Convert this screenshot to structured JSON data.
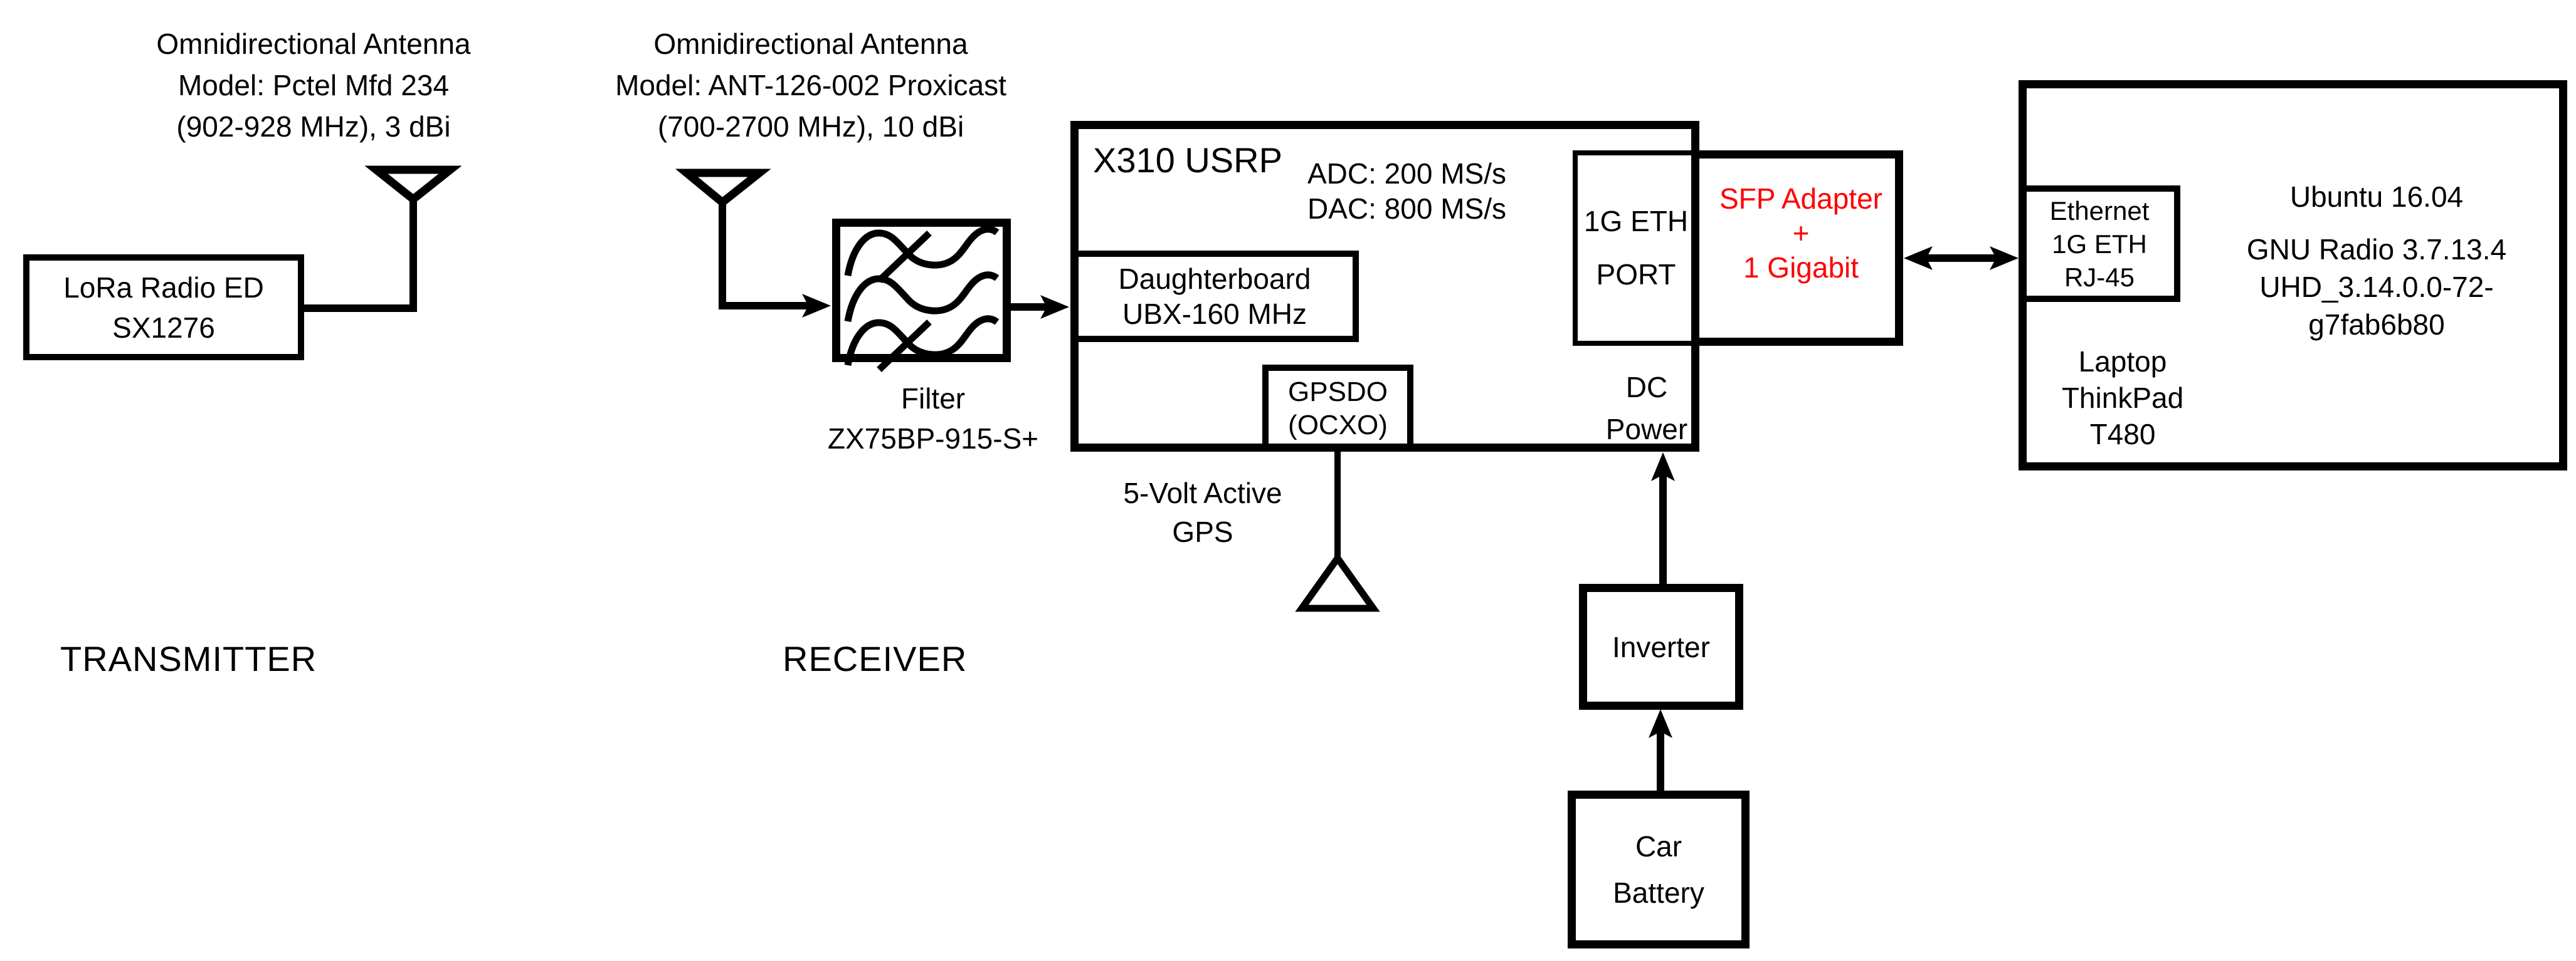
{
  "tx": {
    "label": "TRANSMITTER",
    "antenna": {
      "line1": "Omnidirectional Antenna",
      "line2": "Model: Pctel Mfd 234",
      "line3": "(902-928 MHz), 3 dBi"
    },
    "radio": {
      "line1": "LoRa Radio ED",
      "line2": "SX1276"
    }
  },
  "rx": {
    "label": "RECEIVER",
    "antenna": {
      "line1": "Omnidirectional Antenna",
      "line2": "Model: ANT-126-002 Proxicast",
      "line3": "(700-2700 MHz), 10 dBi"
    },
    "filter": {
      "name": "Filter",
      "model": "ZX75BP-915-S+"
    },
    "usrp": {
      "title": "X310 USRP",
      "adc": "ADC: 200 MS/s",
      "dac": "DAC: 800 MS/s",
      "daughterboard": {
        "line1": "Daughterboard",
        "line2": "UBX-160 MHz"
      },
      "gpsdo": {
        "line1": "GPSDO",
        "line2": "(OCXO)"
      },
      "eth_port": {
        "line1": "1G ETH",
        "line2": "PORT"
      },
      "dc": {
        "line1": "DC",
        "line2": "Power"
      }
    },
    "gps_antenna": {
      "line1": "5-Volt Active",
      "line2": "GPS"
    },
    "sfp": {
      "line1": "SFP Adapter",
      "line2": "+",
      "line3": "1 Gigabit"
    },
    "inverter": {
      "label": "Inverter"
    },
    "battery": {
      "line1": "Car",
      "line2": "Battery"
    }
  },
  "host": {
    "eth": {
      "line1": "Ethernet",
      "line2": "1G ETH",
      "line3": "RJ-45"
    },
    "os": "Ubuntu 16.04",
    "stack": {
      "line1": "GNU Radio 3.7.13.4",
      "line2": "UHD_3.14.0.0-72-",
      "line3": "g7fab6b80"
    },
    "device": {
      "line1": "Laptop",
      "line2": "ThinkPad",
      "line3": "T480"
    }
  },
  "icons": {
    "tx-antenna-icon": "triangle-down-with-stem",
    "rx-antenna-icon": "triangle-down-with-stem",
    "gps-antenna-icon": "triangle-up-with-stem",
    "filter-bandpass-icon": "three-waves-top-bottom-crossed"
  },
  "colors": {
    "ink": "#000000",
    "highlight": "#ff0000",
    "background": "#ffffff"
  }
}
